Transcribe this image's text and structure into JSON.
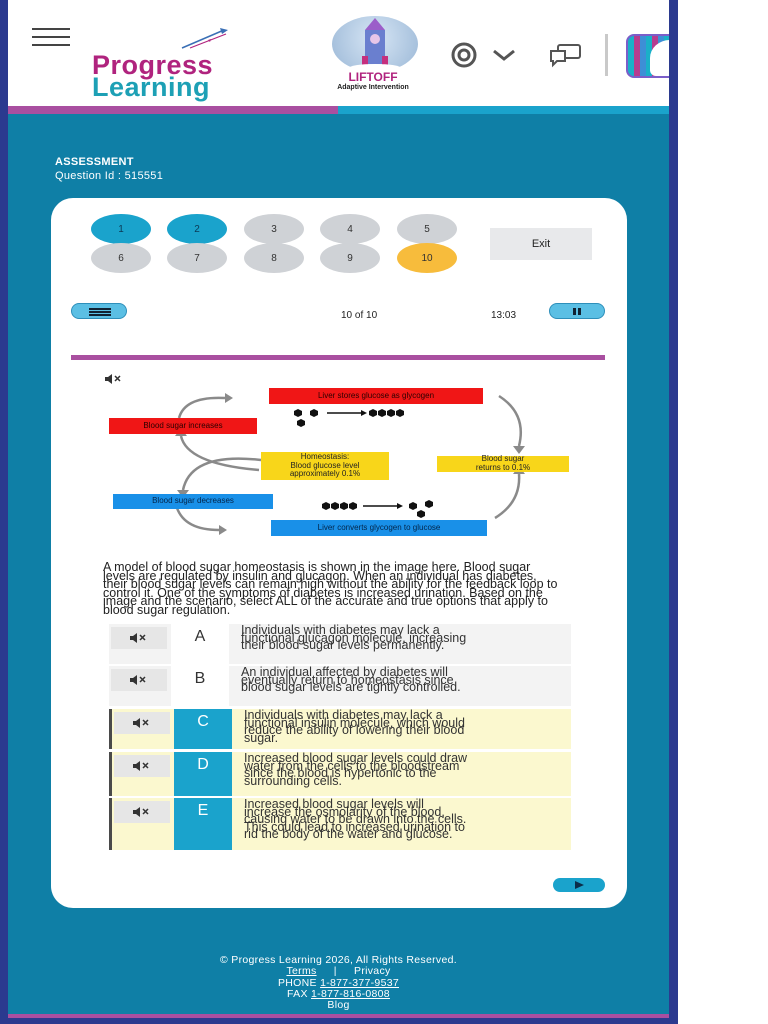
{
  "brand": {
    "name_line1": "Progress",
    "name_line2": "Learning",
    "liftoff_title": "LIFTOFF",
    "liftoff_sub": "Adaptive Intervention"
  },
  "assessment": {
    "label": "ASSESSMENT",
    "question_id": "Question Id : 515551"
  },
  "nav": {
    "questions": [
      {
        "label": "1",
        "state": "answered"
      },
      {
        "label": "2",
        "state": "answered"
      },
      {
        "label": "3",
        "state": "unanswered"
      },
      {
        "label": "4",
        "state": "unanswered"
      },
      {
        "label": "5",
        "state": "unanswered"
      },
      {
        "label": "6",
        "state": "unanswered"
      },
      {
        "label": "7",
        "state": "unanswered"
      },
      {
        "label": "8",
        "state": "unanswered"
      },
      {
        "label": "9",
        "state": "unanswered"
      },
      {
        "label": "10",
        "state": "current"
      }
    ],
    "exit_label": "Exit",
    "progress": "10 of 10",
    "timer": "13:03"
  },
  "diagram": {
    "liver_stores": "Liver stores glucose as glycogen",
    "sugar_increases": "Blood sugar increases",
    "homeostasis": "Homeostasis:\nBlood glucose level\napproximately 0.1%",
    "returns": "Blood sugar\nreturns to 0.1%",
    "sugar_decreases": "Blood sugar decreases",
    "liver_converts": "Liver converts glycogen to glucose"
  },
  "question": {
    "stem": "A model of blood sugar homeostasis is shown in the image here. Blood sugar levels are regulated by insulin and glucagon. When an individual has diabetes, their blood sugar levels can remain high without the ability for the feedback loop to control it. One of the symptoms of diabetes is increased urination. Based on the image and the scenario, select ALL of the accurate and true options that apply to blood sugar regulation."
  },
  "choices": [
    {
      "letter": "A",
      "text": "Individuals with diabetes may lack a functional glucagon molecule, increasing their blood sugar levels permanently.",
      "selected": false
    },
    {
      "letter": "B",
      "text": "An individual affected by diabetes will eventually return to homeostasis since blood sugar levels are tightly controlled.",
      "selected": false
    },
    {
      "letter": "C",
      "text": "Individuals with diabetes may lack a functional insulin molecule, which would reduce the ability of lowering their blood sugar.",
      "selected": true
    },
    {
      "letter": "D",
      "text": "Increased blood sugar levels could draw water from the cells to the bloodstream since the blood is hypertonic to the surrounding cells.",
      "selected": true
    },
    {
      "letter": "E",
      "text": "Increased blood sugar levels will increase the osmolarity of the blood, causing water to be drawn into the cells. This could lead to increased urination to rid the body of the water and glucose.",
      "selected": true
    }
  ],
  "footer": {
    "copyright": "© Progress Learning 2026, All Rights Reserved.",
    "terms": "Terms",
    "sep": "|",
    "privacy": "Privacy",
    "phone_label": "PHONE",
    "phone": "1-877-377-9537",
    "fax_label": "FAX",
    "fax": "1-877-816-0808",
    "blog": "Blog"
  },
  "icons": {
    "help": "lifebuoy-icon",
    "chat": "chat-bubbles-icon",
    "audio": "speaker-mute-icon",
    "next": "play-arrow-icon"
  },
  "colors": {
    "primary": "#0f7fa6",
    "accent_purple": "#a94fa0",
    "answered": "#1aa3cc",
    "current": "#f7bc3c",
    "selected_bg": "#fbf8cf"
  }
}
